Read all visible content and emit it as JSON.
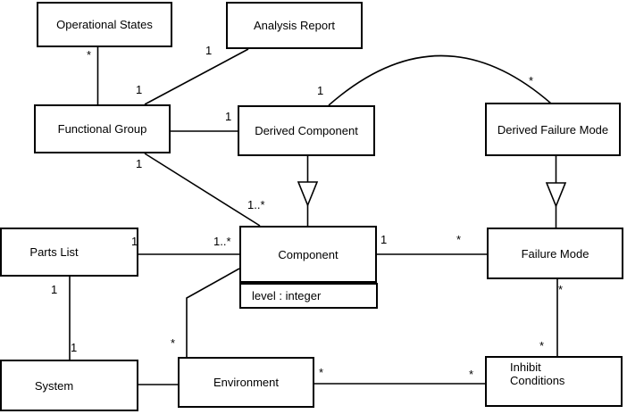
{
  "diagram_type": "uml-class-diagram",
  "colors": {
    "background": "#ffffff",
    "box_fill": "#ffffff",
    "line": "#000000",
    "text": "#000000"
  },
  "classes": {
    "operational_states": {
      "name": "Operational States"
    },
    "analysis_report": {
      "name": "Analysis Report"
    },
    "functional_group": {
      "name": "Functional Group"
    },
    "derived_component": {
      "name": "Derived Component"
    },
    "derived_failure_mode": {
      "name": "Derived Failure Mode"
    },
    "parts_list": {
      "name": "Parts List"
    },
    "component": {
      "name": "Component",
      "attribute": "level : integer"
    },
    "failure_mode": {
      "name": "Failure Mode"
    },
    "system": {
      "name": "System"
    },
    "environment": {
      "name": "Environment"
    },
    "inhibit_conditions": {
      "name": "Inhibit Conditions"
    }
  },
  "associations": [
    {
      "from": "Operational States",
      "to": "Functional Group",
      "from_label": "*",
      "to_label": ""
    },
    {
      "from": "Analysis Report",
      "to": "Functional Group",
      "from_label": "1",
      "to_label": "1"
    },
    {
      "from": "Functional Group",
      "to": "Derived Component",
      "from_label": "",
      "to_label": "1"
    },
    {
      "from": "Derived Component",
      "to": "Derived Failure Mode",
      "from_label": "1",
      "to_label": "*"
    },
    {
      "from": "Functional Group",
      "to": "Component",
      "from_label": "1",
      "to_label": "1..*"
    },
    {
      "from": "Parts List",
      "to": "Component",
      "from_label": "1",
      "to_label": "1..*"
    },
    {
      "from": "Component",
      "to": "Failure Mode",
      "from_label": "1",
      "to_label": "*"
    },
    {
      "from": "Failure Mode",
      "to": "Inhibit Conditions",
      "from_label": "*",
      "to_label": "*"
    },
    {
      "from": "Environment",
      "to": "Inhibit Conditions",
      "from_label": "*",
      "to_label": "*"
    },
    {
      "from": "Environment",
      "to": "Component",
      "from_label": "*",
      "to_label": ""
    },
    {
      "from": "Parts List",
      "to": "System",
      "from_label": "1",
      "to_label": "1"
    },
    {
      "from": "System",
      "to": "Environment",
      "from_label": "",
      "to_label": ""
    }
  ],
  "generalizations": [
    {
      "child": "Derived Component",
      "parent": "Component"
    },
    {
      "child": "Derived Failure Mode",
      "parent": "Failure Mode"
    }
  ]
}
